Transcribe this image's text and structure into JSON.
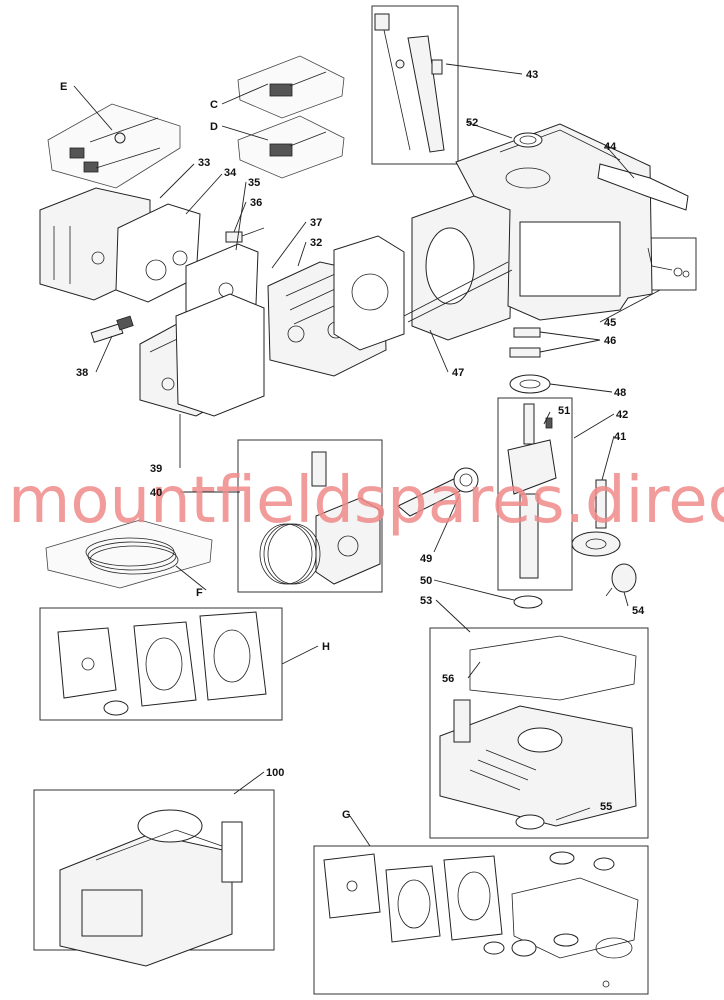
{
  "watermark": "mountfieldspares.direct",
  "labels": {
    "E": "E",
    "C": "C",
    "D": "D",
    "F": "F",
    "G": "G",
    "H": "H",
    "n32": "32",
    "n33": "33",
    "n34": "34",
    "n35": "35",
    "n36": "36",
    "n37": "37",
    "n38": "38",
    "n39": "39",
    "n40": "40",
    "n41": "41",
    "n42": "42",
    "n43": "43",
    "n44": "44",
    "n45": "45",
    "n46": "46",
    "n47": "47",
    "n48": "48",
    "n49": "49",
    "n50": "50",
    "n51": "51",
    "n52": "52",
    "n53": "53",
    "n54": "54",
    "n55": "55",
    "n56": "56",
    "n100": "100"
  }
}
